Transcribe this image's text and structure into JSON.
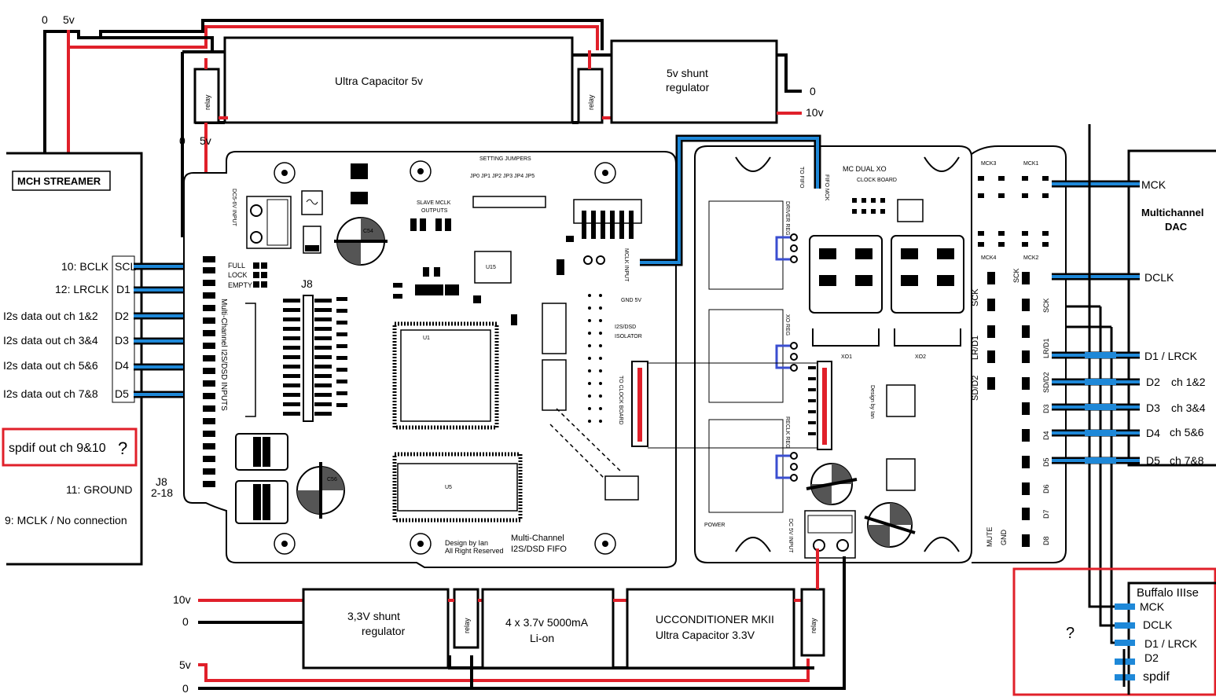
{
  "power_top": {
    "zero_label": "0",
    "five_label": "5v",
    "ultracap_label": "Ultra Capacitor   5v",
    "relay_label": "relay",
    "shunt_label_line1": "5v  shunt",
    "shunt_label_line2": "regulator",
    "out_zero": "0",
    "out_ten": "10v",
    "fifo_zero": "0",
    "fifo_five": "5v"
  },
  "streamer": {
    "title": "MCH STREAMER",
    "pins": [
      {
        "label": "10: BCLK",
        "signal": "SCL"
      },
      {
        "label": "12: LRCLK",
        "signal": "D1"
      },
      {
        "label": "I2s data out ch 1&2",
        "signal": "D2"
      },
      {
        "label": "I2s data out ch 3&4",
        "signal": "D3"
      },
      {
        "label": "I2s data out ch 5&6",
        "signal": "D4"
      },
      {
        "label": "I2s data out ch 7&8",
        "signal": "D5"
      }
    ],
    "spdif_label": "spdif out ch 9&10",
    "spdif_mark": "?",
    "ground_label": "11: GROUND",
    "mclk_label": "9: MCLK  / No connection",
    "j8_line1": "J8",
    "j8_line2": "2-18"
  },
  "fifo_board": {
    "title_line1": "Multi-Channel",
    "title_line2": "I2S/DSD FIFO",
    "credit_line1": "Design by Ian",
    "credit_line2": "All Right Reserved",
    "setting_jumpers": "SETTING JUMPERS",
    "jumpers": "JP0 JP1 JP2 JP3 JP4 JP5",
    "slave_mclk_line1": "SLAVE MCLK",
    "slave_mclk_line2": "OUTPUTS",
    "inputs_label": "Multi-Channel  I2S/DSD INPUTS",
    "j8_label": "J8",
    "u1": "U1",
    "u5": "U5",
    "u15": "U15",
    "isolator_line1": "I2S/DSD",
    "isolator_line2": "ISOLATOR",
    "gnd_5v": "GND  5V",
    "to_clock_board": "TO CLOCK BOARD",
    "ful": "FULL",
    "lock": "LOCK",
    "empty": "EMPTY",
    "dc_input": "DC5-6V INPUT",
    "mclk_input": "MCLK INPUT",
    "c54": "C54",
    "c56": "C56"
  },
  "clock_board": {
    "title_line1": "MC DUAL XO",
    "title_line2": "CLOCK BOARD",
    "to_fifo": "TO FIFO",
    "fifo_mck": "FIFO MCK",
    "driver_reg": "DRIVER REG",
    "xo_reg": "XO REG",
    "reclk_reg": "RECLK REG",
    "xo1": "XO1",
    "xo2": "XO2",
    "design_by": "Design by Ian",
    "power": "POWER",
    "dc_input": "DC 5V INPUT",
    "mck_labels": [
      "MCK3",
      "MCK1",
      "MCK4",
      "MCK2"
    ],
    "mute": "MUTE",
    "gnd": "GND",
    "left_labels": [
      "SCK",
      "LR/D1",
      "SD/D2"
    ],
    "right_labels": [
      "SCK",
      "SCK",
      "LR/D1",
      "SD/D2",
      "D3",
      "D4",
      "D5",
      "D6",
      "D7",
      "D8"
    ]
  },
  "dac": {
    "title_line1": "Multichannel",
    "title_line2": "DAC",
    "pins": [
      {
        "name": "MCK",
        "ch": ""
      },
      {
        "name": "DCLK",
        "ch": ""
      },
      {
        "name": "D1 / LRCK",
        "ch": ""
      },
      {
        "name": "D2",
        "ch": "ch 1&2"
      },
      {
        "name": "D3",
        "ch": "ch 3&4"
      },
      {
        "name": "D4",
        "ch": "ch 5&6"
      },
      {
        "name": "D5",
        "ch": "ch 7&8"
      }
    ]
  },
  "buffalo": {
    "title": "Buffalo IIIse",
    "mark": "?",
    "pins": [
      "MCK",
      "DCLK",
      "D1 / LRCK",
      "D2",
      "spdif"
    ]
  },
  "power_bottom": {
    "ten_label": "10v",
    "zero_label": "0",
    "five_label": "5v",
    "zero2_label": "0",
    "shunt_line1": "3,3V shunt",
    "shunt_line2": "regulator",
    "battery_line1": "4 x 3.7v 5000mA",
    "battery_line2": "Li-on",
    "ucc_line1": "UCCONDITIONER MKII",
    "ucc_line2": "Ultra Capacitor 3.3V",
    "relay_label": "relay"
  },
  "colors": {
    "wire_power": "#e0202a",
    "wire_signal": "#1e88d8",
    "wire_ground": "#000000",
    "annotation": "#e0202a"
  }
}
